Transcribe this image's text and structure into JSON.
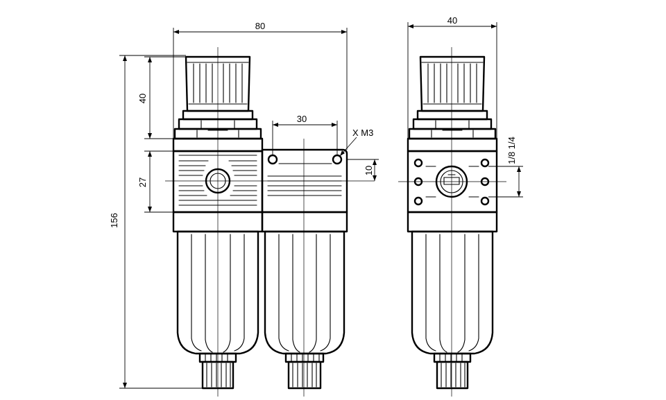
{
  "dimensions": {
    "overall_width": "80",
    "side_width": "40",
    "height_total": "156",
    "knob_height": "40",
    "body_height": "27",
    "hole_spacing": "30",
    "hole_label": "X M3",
    "hole_offset": "10",
    "port_sizes": "1/8 1/4"
  }
}
